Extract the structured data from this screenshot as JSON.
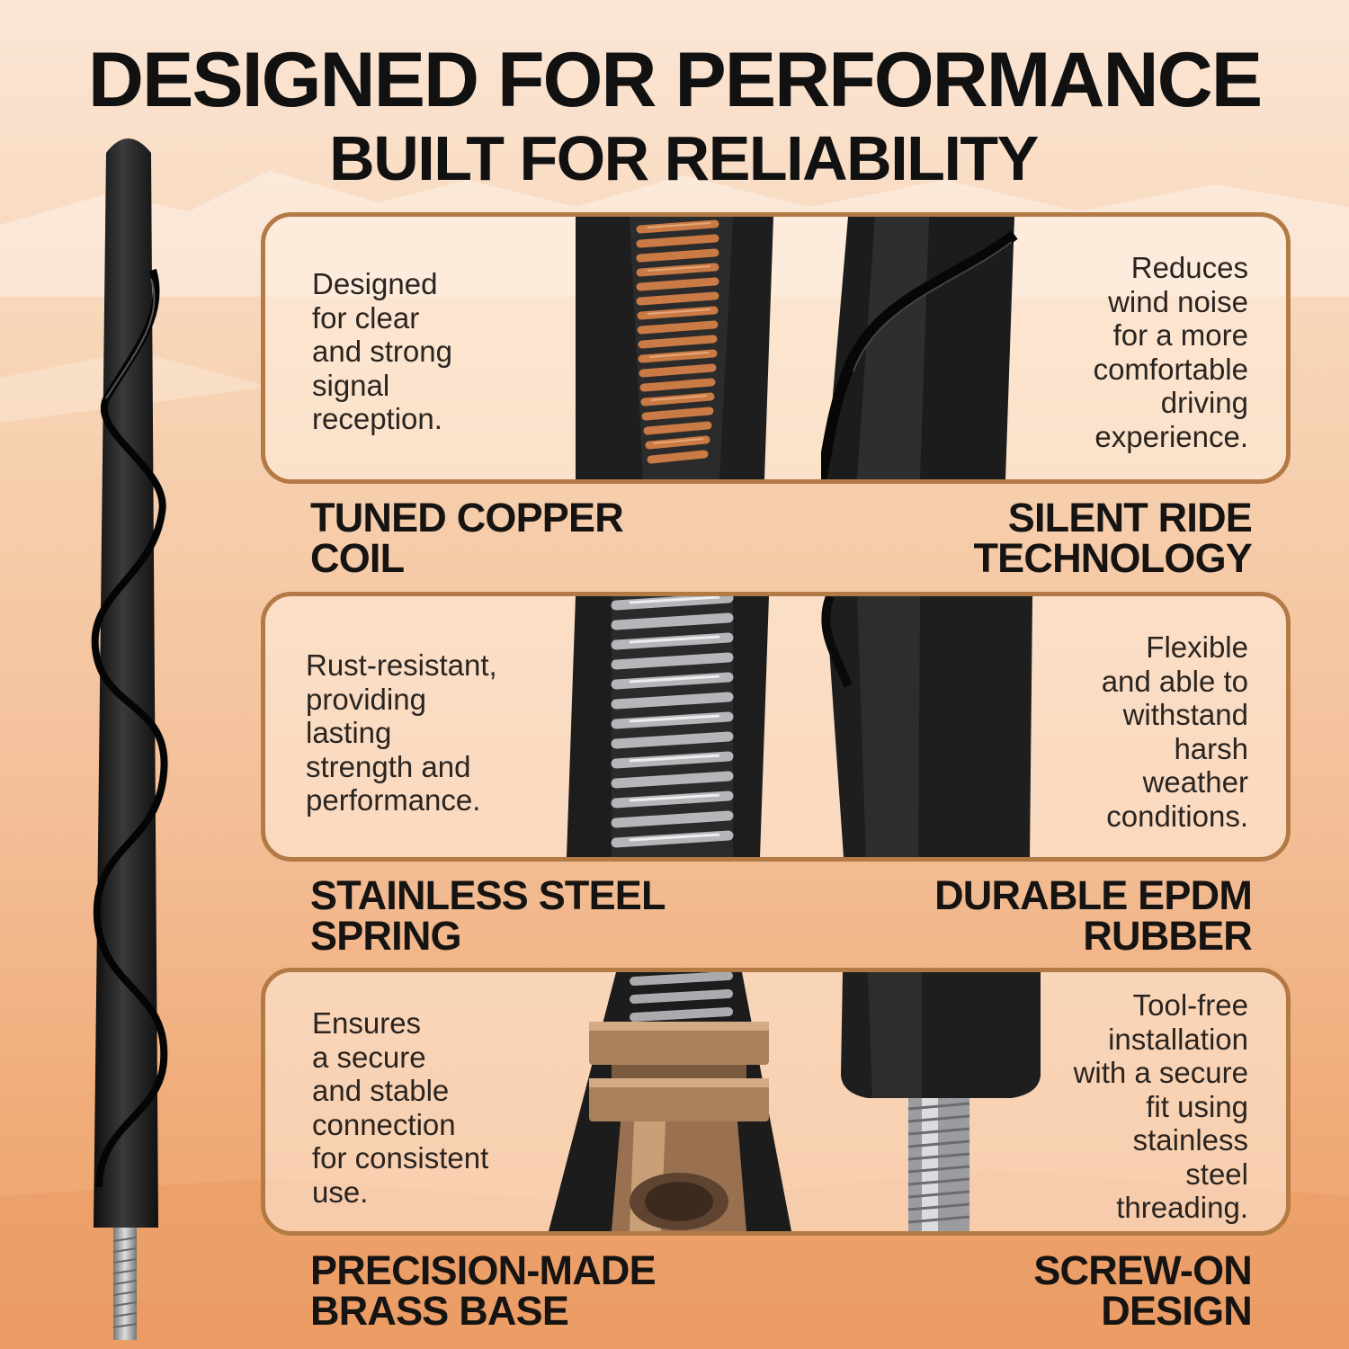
{
  "title": {
    "line1": "DESIGNED FOR PERFORMANCE",
    "line2": "BUILT FOR RELIABILITY"
  },
  "features": [
    {
      "name_lines": [
        "TUNED COPPER",
        "COIL"
      ],
      "desc_lines": [
        "Designed",
        "for clear",
        "and strong",
        "signal",
        "reception."
      ]
    },
    {
      "name_lines": [
        "SILENT RIDE",
        "TECHNOLOGY"
      ],
      "desc_lines": [
        "Reduces",
        "wind noise",
        "for a more",
        "comfortable",
        "driving",
        "experience."
      ]
    },
    {
      "name_lines": [
        "STAINLESS STEEL",
        "SPRING"
      ],
      "desc_lines": [
        "Rust-resistant,",
        "providing",
        "lasting",
        "strength and",
        "performance."
      ]
    },
    {
      "name_lines": [
        "DURABLE EPDM",
        "RUBBER"
      ],
      "desc_lines": [
        "Flexible",
        "and able to",
        "withstand",
        "harsh",
        "weather",
        "conditions."
      ]
    },
    {
      "name_lines": [
        "PRECISION-MADE",
        "BRASS BASE"
      ],
      "desc_lines": [
        "Ensures",
        "a secure",
        "and stable",
        "connection",
        "for consistent",
        "use."
      ]
    },
    {
      "name_lines": [
        "SCREW-ON",
        "DESIGN"
      ],
      "desc_lines": [
        "Tool-free",
        "installation",
        "with a secure",
        "fit using",
        "stainless",
        "steel",
        "threading."
      ]
    }
  ],
  "colors": {
    "panel_border": "#b47a45",
    "copper": "#c97a45",
    "rubber": "#1c1c1c",
    "steel": "#a9abae",
    "brass": "#a9805a"
  }
}
